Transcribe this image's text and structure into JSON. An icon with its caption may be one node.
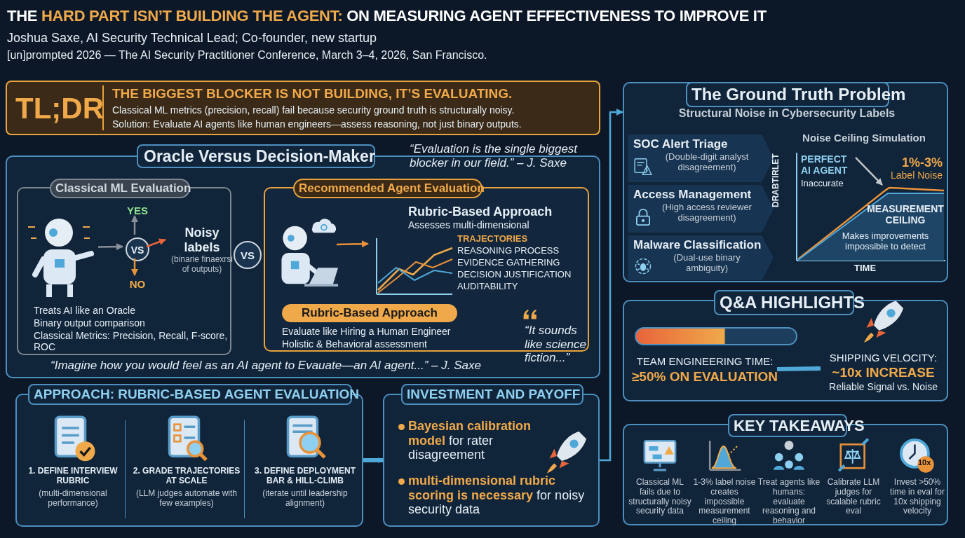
{
  "diagram": {
    "title": "THE **HARD PART ISN’T BUILDING THE AGENT:** ON MEASURING AGENT EFFECTIVENESS TO IMPROVE IT",
    "nodes": [
      {
        "text": [
          "TL;DR",
          "THE BIGGEST BLOCKER IS NOT BUILDING, IT’S EVALUATING.",
          "Classical ML metrics (precision, recall) fail because security ground truth is structurally noisy.",
          "Solution: Evaluate AI agents like human engineers—assess reasoning, not just binary outputs."
        ]
      },
      {
        "text": [
          "Oracle Versus Decision-Maker"
        ]
      },
      {
        "text": [
          "Classical ML Evaluation",
          "Treats AI like an Oracle",
          "Binary output comparison",
          "Classical Metrics: Precision, Recall, F-score, ROC"
        ],
        "in": 1
      },
      {
        "text": [],
        "shape": "picture",
        "in": 2
      },
      {
        "text": [
          "YES"
        ],
        "in": 2
      },
      {
        "text": [
          "VS"
        ],
        "in": 2
      },
      {
        "text": [
          "NO"
        ],
        "in": 2
      },
      {
        "text": [
          "Noisy labels",
          "(binarie finaexrsi of outputs)"
        ],
        "in": 2
      },
      {
        "text": [
          "VS"
        ],
        "in": 1
      },
      {
        "text": [
          "Recommended Agent Evaluation",
          "Evaluate like Hiring a Human Engineer",
          "Holistic & Behavioral assessment"
        ],
        "in": 1
      },
      {
        "text": [],
        "shape": "picture",
        "in": 9
      },
      {
        "text": [],
        "shape": "picture",
        "in": 9
      },
      {
        "text": [
          "Rubric-Based Approach"
        ],
        "in": 9
      },
      {
        "text": [
          "APPROACH: RUBRIC-BASED AGENT EVALUATION"
        ]
      },
      {
        "text": [
          "1. DEFINE INTERVIEW RUBRIC",
          "(multi-dimensional performance)"
        ],
        "in": 13
      },
      {
        "text": [
          "2. GRADE TRAJECTORIES AT SCALE",
          "(LLM judges automate with few examples)"
        ],
        "in": 13
      },
      {
        "text": [
          "3. DEFINE DEPLOYMENT BAR & HILL-CLIMB",
          "(iterate until leadership alignment)"
        ],
        "in": 13
      },
      {
        "text": [
          "INVESTMENT AND PAYOFF",
          "**Bayesian calibration model** for rater disagreement",
          "**multi-dimensional rubric scoring is necessary** for noisy security data"
        ]
      },
      {
        "text": [
          "The Ground Truth Problem",
          "Structural Noise in Cybersecurity Labels"
        ]
      },
      {
        "text": [
          "SOC Alert Triage",
          "(Double-digit analyst disagreement)"
        ],
        "in": 18
      },
      {
        "text": [
          "Access Management",
          "(High access reviewer disagreement)"
        ],
        "in": 18
      },
      {
        "text": [
          "Malware Classification",
          "(Dual-use binary ambiguity)"
        ],
        "in": 18
      },
      {
        "text": [
          "Noise Ceiling Simulation"
        ],
        "in": 18
      },
      {
        "text": [
          "PERFECT AI AGENT",
          "Inaccurate"
        ],
        "in": 18
      },
      {
        "text": [
          "Q&A HIGHLIGHTS"
        ]
      },
      {
        "text": [
          "TEAM ENGINEERING TIME:",
          "≥50% ON EVALUATION"
        ],
        "in": 24
      },
      {
        "text": [
          "SHIPPING VELOCITY:",
          "~10x INCREASE",
          "Reliable Signal vs. Noise"
        ],
        "in": 24
      },
      {
        "text": [
          "KEY TAKEAWAYS"
        ]
      },
      {
        "text": [
          "Classical ML fails due to structurally noisy security data"
        ],
        "in": 27
      },
      {
        "text": [
          "1-3% label noise creates impossible measurement ceiling"
        ],
        "in": 27
      },
      {
        "text": [
          "Treat agents like humans: evaluate reasoning and behavior"
        ],
        "in": 27
      },
      {
        "text": [
          "Calibrate LLM judges for scalable rubric eval"
        ],
        "in": 27
      },
      {
        "text": [
          "Invest >50% time in eval for 10x shipping velocity"
        ],
        "in": 27
      }
    ],
    "edges": [
      {
        "from": 3,
        "to": 5,
        "arrow": "to",
        "color": "#8a9099"
      },
      {
        "from": 5,
        "to": 4,
        "arrow": "to",
        "color": "#8a9099"
      },
      {
        "from": 5,
        "to": 6,
        "arrow": "to",
        "color": "#e8923a"
      },
      {
        "from": 5,
        "to": 7,
        "arrow": "to",
        "color": "#e8643a"
      },
      {
        "from": 10,
        "to": 11,
        "arrow": "to",
        "color": "#e8923a"
      },
      {
        "from": 13,
        "to": 17,
        "arrow": "to",
        "style": "thick",
        "color": "#4fa8d8"
      },
      {
        "from": 17,
        "to": 18,
        "arrow": "to",
        "color": "#4fa8d8"
      },
      {
        "from": 23,
        "to": 22,
        "arrow": "to",
        "color": "#c0c6cc"
      },
      {
        "from": 25,
        "to": 26,
        "arrow": "to",
        "style": "thick",
        "color": "#4fa8d8"
      }
    ],
    "labels": [
      "Joshua Saxe, AI Security Technical Lead; Co-founder, new startup",
      "[un]prompted 2026 — The AI Security Practitioner Conference, March 3–4, 2026, San Francisco.",
      "“Evaluation is the single biggest blocker in our field.” – J. Saxe",
      "Rubric-Based Approach",
      "Assesses multi-dimensional",
      "TRAJECTORIES",
      "REASONING PROCESS",
      "EVIDENCE GATHERING",
      "DECISION JUSTIFICATION",
      "AUDITABILITY",
      "“It sounds like science fiction...”",
      "“Imagine how you would feel as an AI agent to Evauate—an AI agent...” – J. Saxe",
      "1%-3%",
      "Label Noise",
      "DRABTIRLET",
      "MEASUREMENT CEILING",
      "Makes improvements impossible to detect",
      "TIME",
      "10x"
    ]
  }
}
